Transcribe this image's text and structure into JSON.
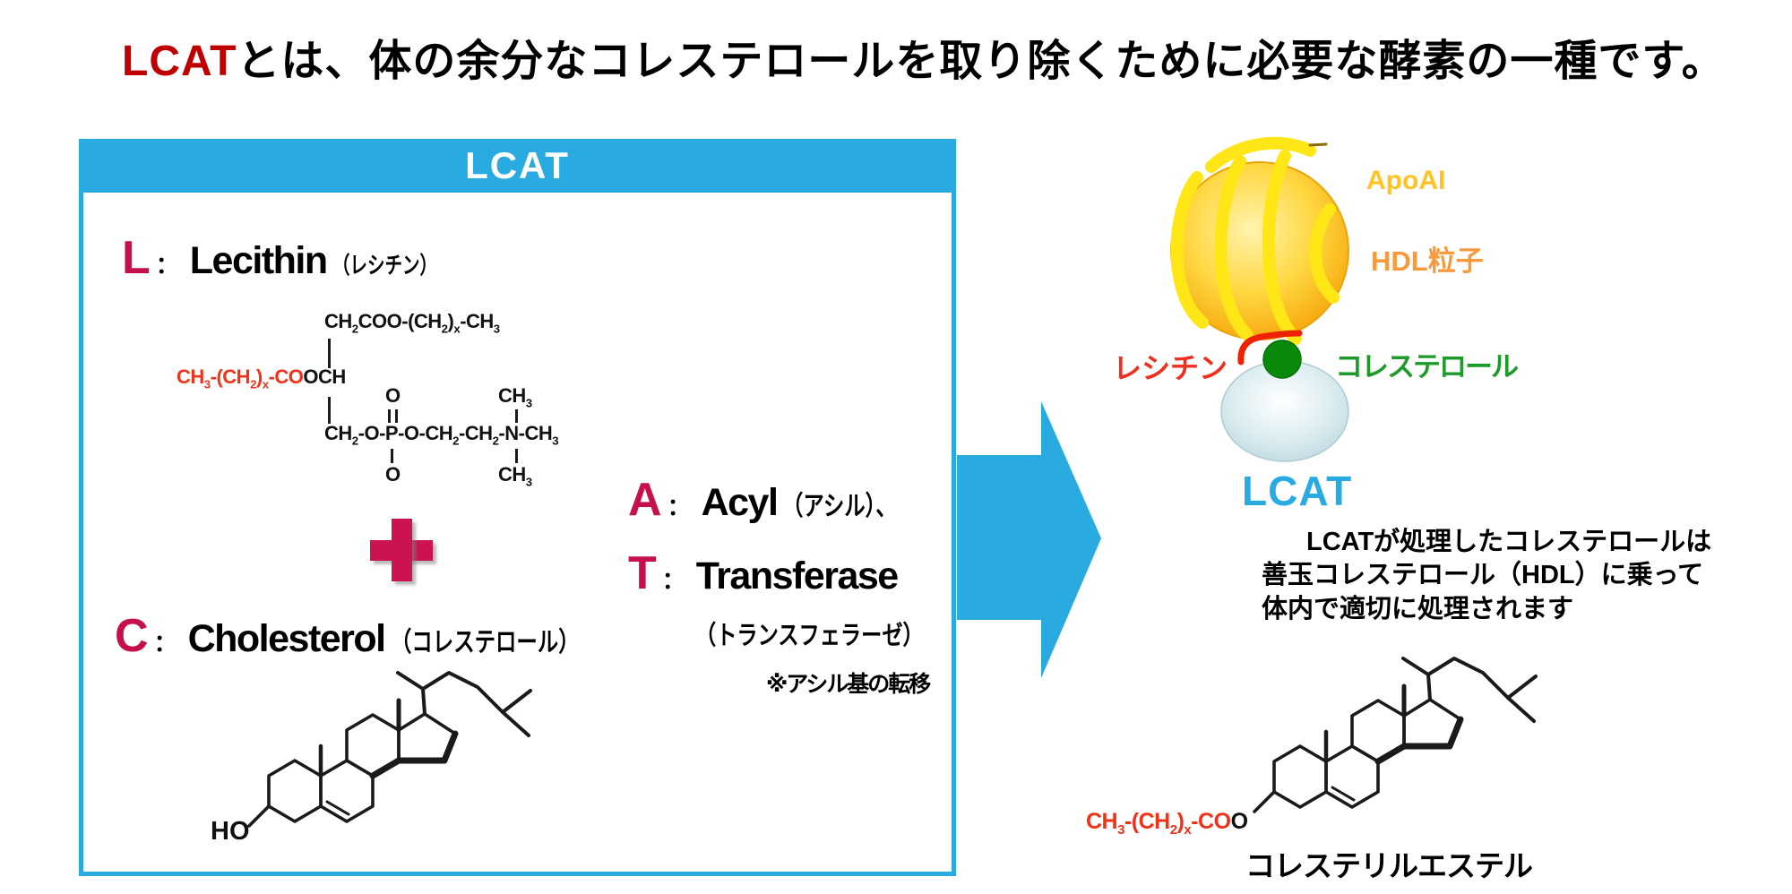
{
  "title": {
    "highlight": "LCAT",
    "rest": "とは、体の余分なコレステロールを取り除くために必要な酵素の一種です。"
  },
  "box": {
    "header": "LCAT",
    "l_line": {
      "letter": "L",
      "colon": "：",
      "word": "Lecithin",
      "kana": "（レシチン）"
    },
    "c_line": {
      "letter": "C",
      "colon": "：",
      "word": "Cholesterol",
      "kana": "（コレステロール）"
    },
    "a_line": {
      "letter": "A",
      "colon": "：",
      "word": "Acyl",
      "kana": "（アシル）、"
    },
    "t_line": {
      "letter": "T",
      "colon": "：",
      "word": "Transferase"
    },
    "t_kana": "（トランスフェラーゼ）",
    "t_note": "※アシル基の転移",
    "plus_icon": "+"
  },
  "lecithin_formula": {
    "row1": "CH~2~COO-(CH~2~)~x~-CH~3~",
    "row2_red": "CH~3~-(CH~2~)~x~-CO",
    "row2_black": "OCH",
    "row3_seg1": "CH~2~-O-",
    "row3_p": "P",
    "row3_seg2": "-O-CH~2~-CH~2~-",
    "row3_n": "N",
    "row3_seg3": "-CH~3~",
    "o_above_p": "O",
    "o_below_p": "O",
    "ch3_above_n": "CH~3~",
    "ch3_below_n": "CH~3~"
  },
  "cholesterol_structure": {
    "ho": "HO"
  },
  "hdl_illustration": {
    "apoai": "ApoAI",
    "hdl_particle": "HDL粒子",
    "lecithin": "レシチン",
    "cholesterol": "コレステロール",
    "lcat": "LCAT"
  },
  "result_text": {
    "lines": [
      "LCATが処理したコレステロールは",
      "善玉コレステロール（HDL）に乗って",
      "体内で適切に処理されます"
    ]
  },
  "ester": {
    "formula_red": "CH~3~-(CH~2~)~x~-CO",
    "formula_o": "O",
    "label": "コレステリルエステル"
  },
  "colors": {
    "cyan": "#29ABE2",
    "crimson_letter": "#C5104C",
    "plus_crimson": "#CC1351",
    "title_red": "#C00000",
    "formula_red": "#F03219",
    "apoai_gold": "#FFC325",
    "hdl_orange": "#F8993B",
    "lecithin_red": "#F0301E",
    "cholesterol_green": "#1D9B2A",
    "green_dot": "#0A8A0B",
    "coil_yellow": "#FFE617",
    "sphere_gold": "#F6A70B",
    "enzyme_blue": "#BFD9E0"
  }
}
